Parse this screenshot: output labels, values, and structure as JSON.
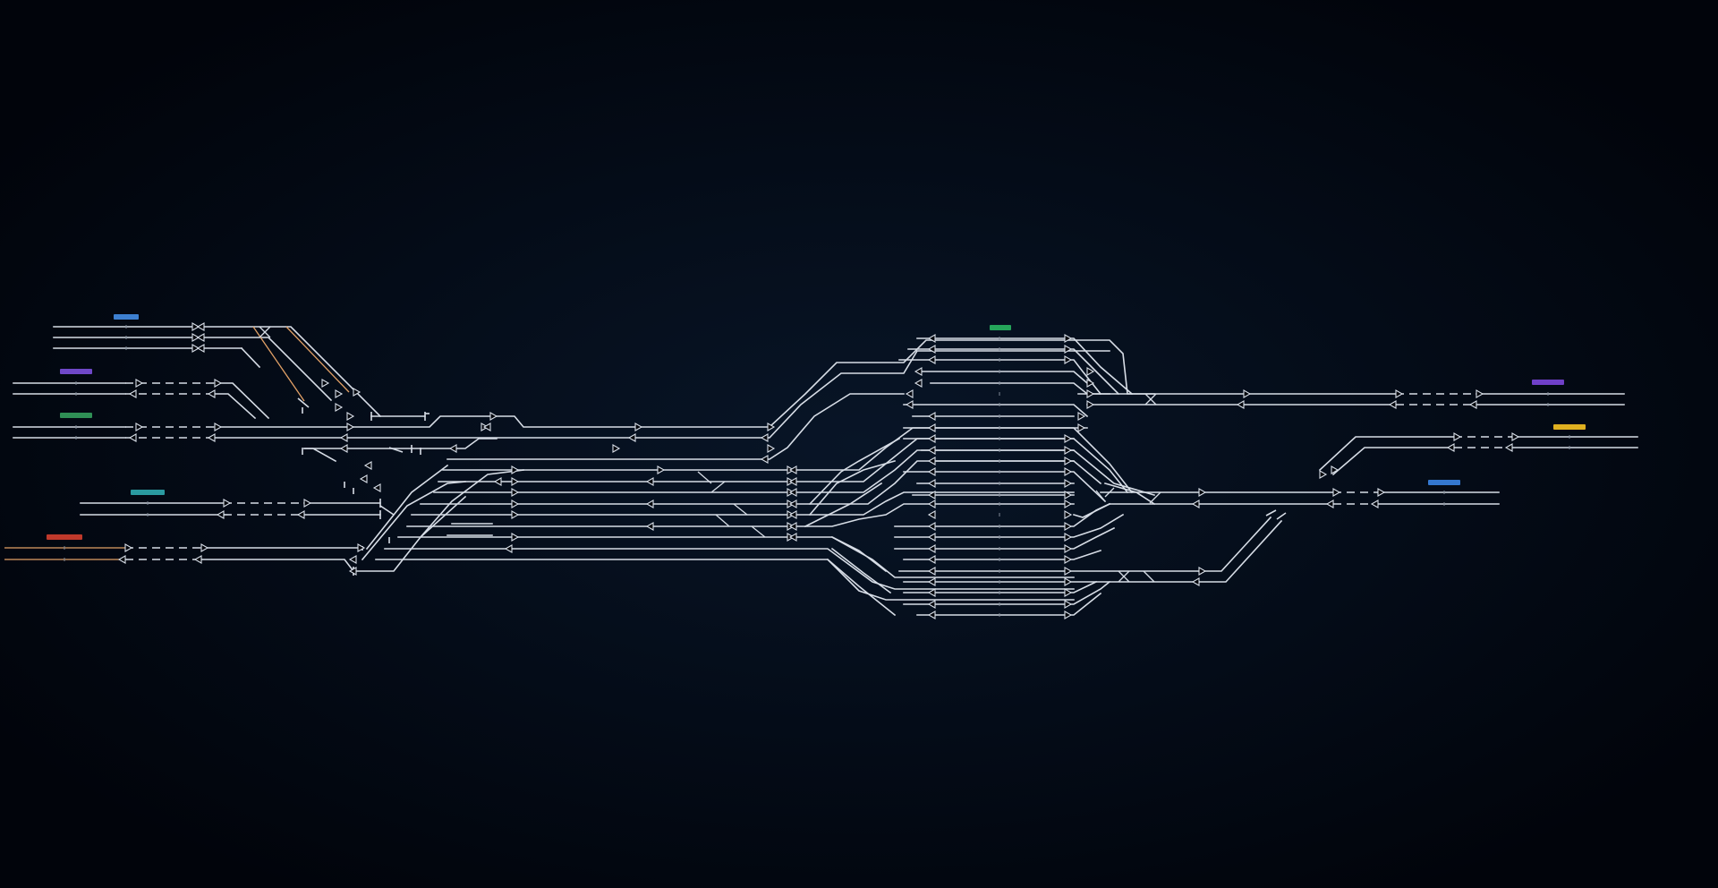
{
  "screen": {
    "title": "",
    "background": "#01040b",
    "track_color": "#d7dde6",
    "highlight_color": "#e1a066"
  },
  "labels": [
    {
      "id": "label-top-left",
      "text": "",
      "color": "#3d7fd0"
    },
    {
      "id": "label-west-purple",
      "text": "",
      "color": "#6f48c8"
    },
    {
      "id": "label-west-green",
      "text": "",
      "color": "#2f8f55"
    },
    {
      "id": "label-west-teal",
      "text": "",
      "color": "#2a9aa0"
    },
    {
      "id": "label-west-red",
      "text": "",
      "color": "#c0392b"
    },
    {
      "id": "label-station",
      "text": "",
      "color": "#25a55a"
    },
    {
      "id": "label-east-purple",
      "text": "",
      "color": "#6f40c8"
    },
    {
      "id": "label-east-yellow",
      "text": "",
      "color": "#e0b020"
    },
    {
      "id": "label-east-blue",
      "text": "",
      "color": "#3478d0"
    }
  ]
}
